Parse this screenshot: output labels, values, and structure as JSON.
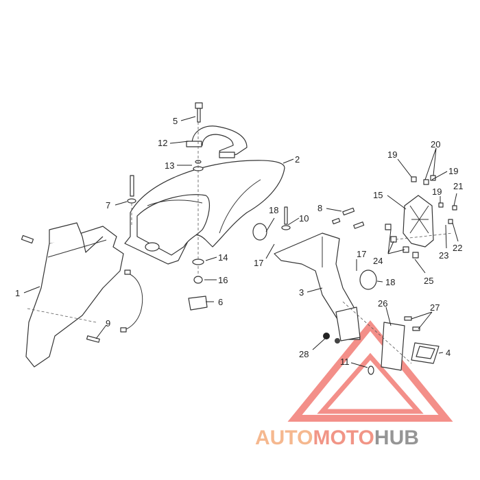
{
  "callouts": [
    "1",
    "2",
    "3",
    "4",
    "5",
    "6",
    "7",
    "8",
    "9",
    "10",
    "11",
    "12",
    "13",
    "14",
    "15",
    "16",
    "17",
    "17",
    "18",
    "18",
    "19",
    "19",
    "19",
    "20",
    "21",
    "22",
    "23",
    "24",
    "25",
    "26",
    "27",
    "28"
  ],
  "watermark": {
    "auto": "AUTO",
    "moto": "MOTO",
    "hub": "HUB",
    "colors": {
      "auto": "#f5b183",
      "moto": "#f08a7a",
      "hub": "#8a8a8a",
      "triangle": "#f06a62"
    }
  }
}
